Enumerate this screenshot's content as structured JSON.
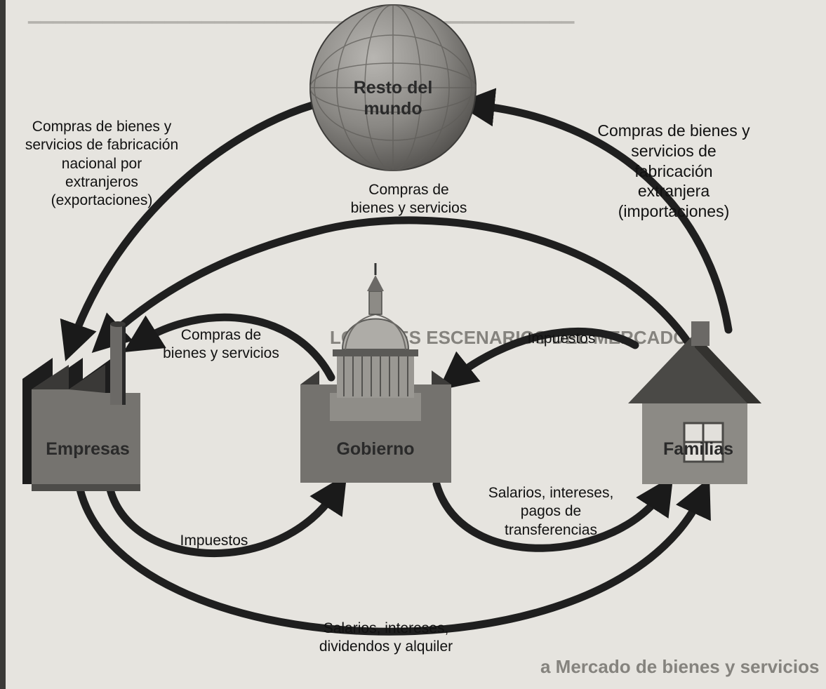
{
  "nodes": {
    "world": "Resto del\nmundo",
    "firms": "Empresas",
    "government": "Gobierno",
    "households": "Familias"
  },
  "flows": {
    "exports": "Compras de bienes y\nservicios de fabricación\nnacional por\nextranjeros\n(exportaciones)",
    "imports": "Compras de bienes y\nservicios de\nfabricación\nextranjera\n(importaciones)",
    "household_purchases": "Compras de\nbienes y servicios",
    "government_purchases": "Compras de\nbienes y servicios",
    "household_taxes": "Impuestos",
    "firm_taxes": "Impuestos",
    "government_payments": "Salarios, intereses,\npagos de\ntransferencias",
    "firm_payments": "Salarios, intereses,\ndividendos y alquiler"
  },
  "background_text": {
    "heading": "LOS TRES ESCENARIOS DEL MERCADO",
    "footer": "a Mercado de bienes y servicios"
  }
}
